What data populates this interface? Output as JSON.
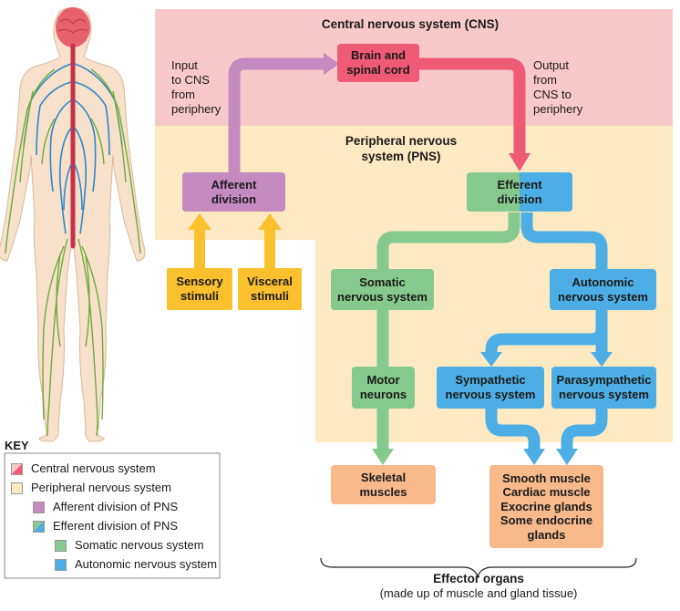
{
  "colors": {
    "cns_bg": "#f9c8cb",
    "pns_bg": "#fde9c2",
    "cns_box": "#ef5a76",
    "afferent": "#c58abf",
    "somatic": "#86c98d",
    "autonomic": "#4daee5",
    "stimuli": "#fbc02d",
    "effector": "#f8b98b"
  },
  "regions": {
    "cns_title": "Central nervous system (CNS)",
    "pns_title_line1": "Peripheral nervous",
    "pns_title_line2": "system (PNS)"
  },
  "labels": {
    "input": [
      "Input",
      "to CNS",
      "from",
      "periphery"
    ],
    "output": [
      "Output",
      "from",
      "CNS to",
      "periphery"
    ]
  },
  "boxes": {
    "brain": [
      "Brain and",
      "spinal cord"
    ],
    "afferent": [
      "Afferent",
      "division"
    ],
    "efferent": [
      "Efferent",
      "division"
    ],
    "sensory": [
      "Sensory",
      "stimuli"
    ],
    "visceral": [
      "Visceral",
      "stimuli"
    ],
    "somatic": [
      "Somatic",
      "nervous system"
    ],
    "autonomic": [
      "Autonomic",
      "nervous system"
    ],
    "motor": [
      "Motor",
      "neurons"
    ],
    "sympathetic": [
      "Sympathetic",
      "nervous system"
    ],
    "parasympathetic": [
      "Parasympathetic",
      "nervous system"
    ],
    "skeletal": [
      "Skeletal",
      "muscles"
    ],
    "smooth": [
      "Smooth muscle",
      "Cardiac muscle",
      "Exocrine glands",
      "Some endocrine",
      "glands"
    ]
  },
  "effector": {
    "title": "Effector organs",
    "subtitle": "(made up of muscle and gland tissue)"
  },
  "key": {
    "title": "KEY",
    "items": [
      "Central nervous system",
      "Peripheral nervous system",
      "Afferent division of PNS",
      "Efferent division of PNS",
      "Somatic nervous system",
      "Autonomic nervous system"
    ]
  }
}
